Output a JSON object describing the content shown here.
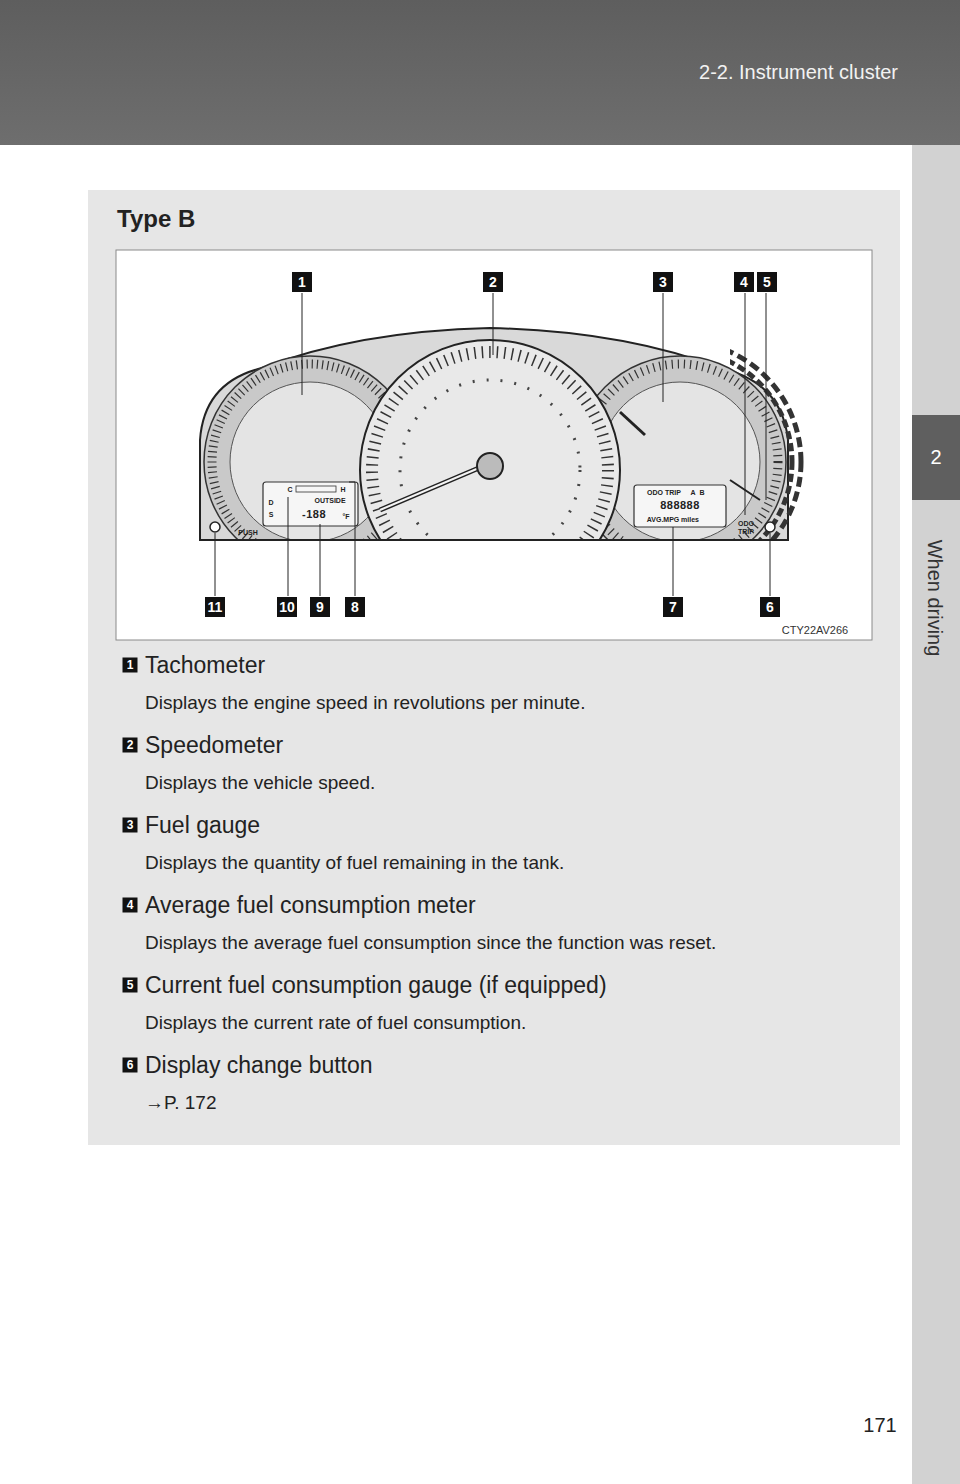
{
  "diagram": {
    "nodes": [
      {
        "text": [
          "Type B"
        ]
      }
    ],
    "labels": [
      "2-2. Instrument cluster",
      "2",
      "When driving",
      "171",
      "1",
      "2",
      "3",
      "4",
      "5",
      "11",
      "10",
      "9",
      "8",
      "7",
      "6",
      "CTY22AV266",
      "PUSH",
      "C",
      "H",
      "D",
      "S",
      "OUTSIDE",
      "-188",
      "°F",
      "ODO TRIP",
      "A",
      "B",
      "888888",
      "AVG.MPG",
      "miles",
      "ODO",
      "TRIP",
      "1",
      "Tachometer",
      "Displays the engine speed in revolutions per minute.",
      "2",
      "Speedometer",
      "Displays the vehicle speed.",
      "3",
      "Fuel gauge",
      "Displays the quantity of fuel remaining in the tank.",
      "4",
      "Average fuel consumption meter",
      "Displays the average fuel consumption since the function was reset.",
      "5",
      "Current fuel consumption gauge (if equipped)",
      "Displays the current rate of fuel consumption.",
      "6",
      "Display change button",
      "→P. 172"
    ]
  }
}
